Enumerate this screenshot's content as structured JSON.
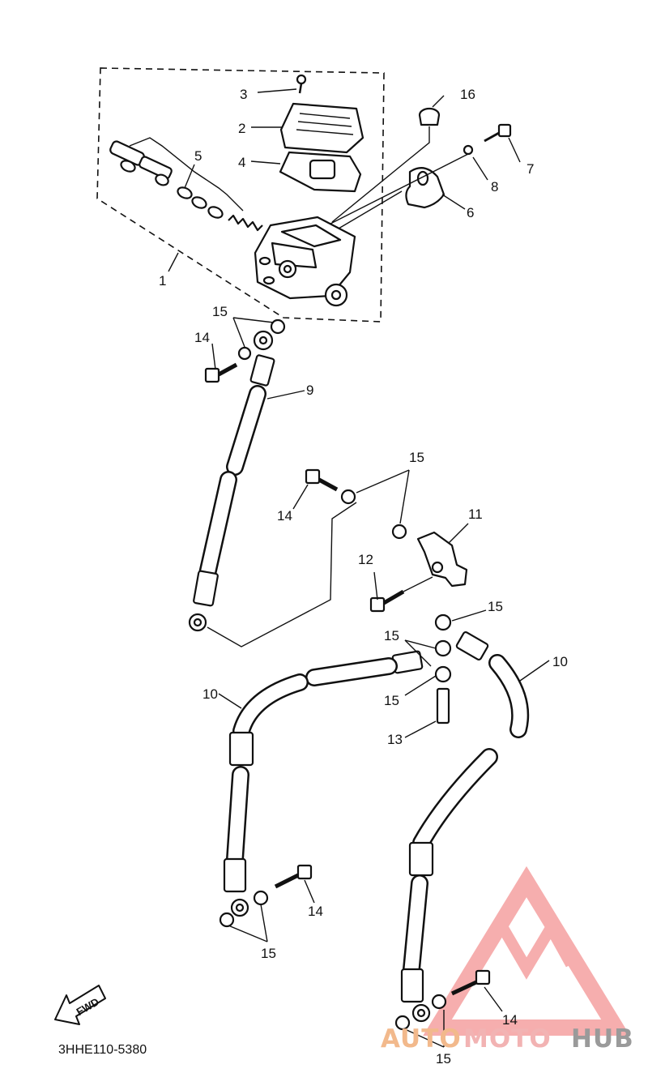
{
  "diagram": {
    "code": "3HHE110-5380",
    "fwd_label": "FWD",
    "callouts": {
      "c1": "1",
      "c2": "2",
      "c3": "3",
      "c4": "4",
      "c5": "5",
      "c6": "6",
      "c7": "7",
      "c8": "8",
      "c9": "9",
      "c10a": "10",
      "c10b": "10",
      "c11": "11",
      "c12": "12",
      "c13": "13",
      "c14a": "14",
      "c14b": "14",
      "c14c": "14",
      "c14d": "14",
      "c15a": "15",
      "c15b": "15",
      "c15c": "15",
      "c15d": "15",
      "c15e": "15",
      "c15f": "15",
      "c15g": "15",
      "c16": "16"
    }
  },
  "watermark": {
    "text_a": "AUTO",
    "text_b": "MOTO",
    "text_c": "HUB",
    "color_a": "#f2b98c",
    "color_b": "#f2b3b3",
    "color_c": "#9a9a9a",
    "logo_color": "#f5a0a0"
  }
}
